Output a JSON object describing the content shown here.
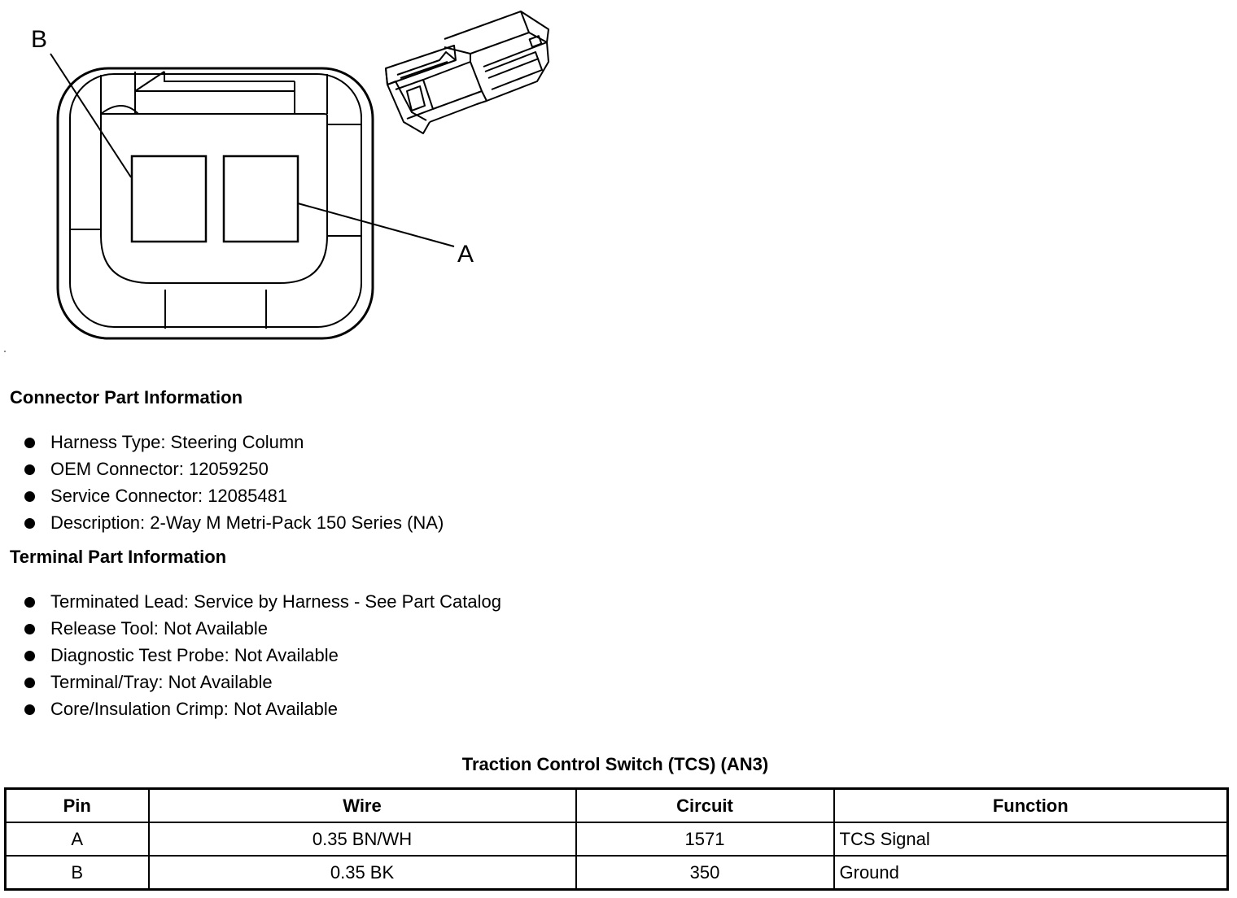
{
  "diagram": {
    "label_b": "B",
    "label_a": "A"
  },
  "connector_info": {
    "heading": "Connector Part Information",
    "items": [
      "Harness Type: Steering Column",
      "OEM Connector: 12059250",
      "Service Connector: 12085481",
      "Description: 2-Way M Metri-Pack 150 Series (NA)"
    ]
  },
  "terminal_info": {
    "heading": "Terminal Part Information",
    "items": [
      "Terminated Lead: Service by Harness - See Part Catalog",
      "Release Tool: Not Available",
      "Diagnostic Test Probe: Not Available",
      "Terminal/Tray: Not Available",
      "Core/Insulation Crimp: Not Available"
    ]
  },
  "pin_table": {
    "title": "Traction Control Switch (TCS) (AN3)",
    "columns": [
      "Pin",
      "Wire",
      "Circuit",
      "Function"
    ],
    "rows": [
      [
        "A",
        "0.35 BN/WH",
        "1571",
        "TCS Signal"
      ],
      [
        "B",
        "0.35 BK",
        "350",
        "Ground"
      ]
    ]
  }
}
